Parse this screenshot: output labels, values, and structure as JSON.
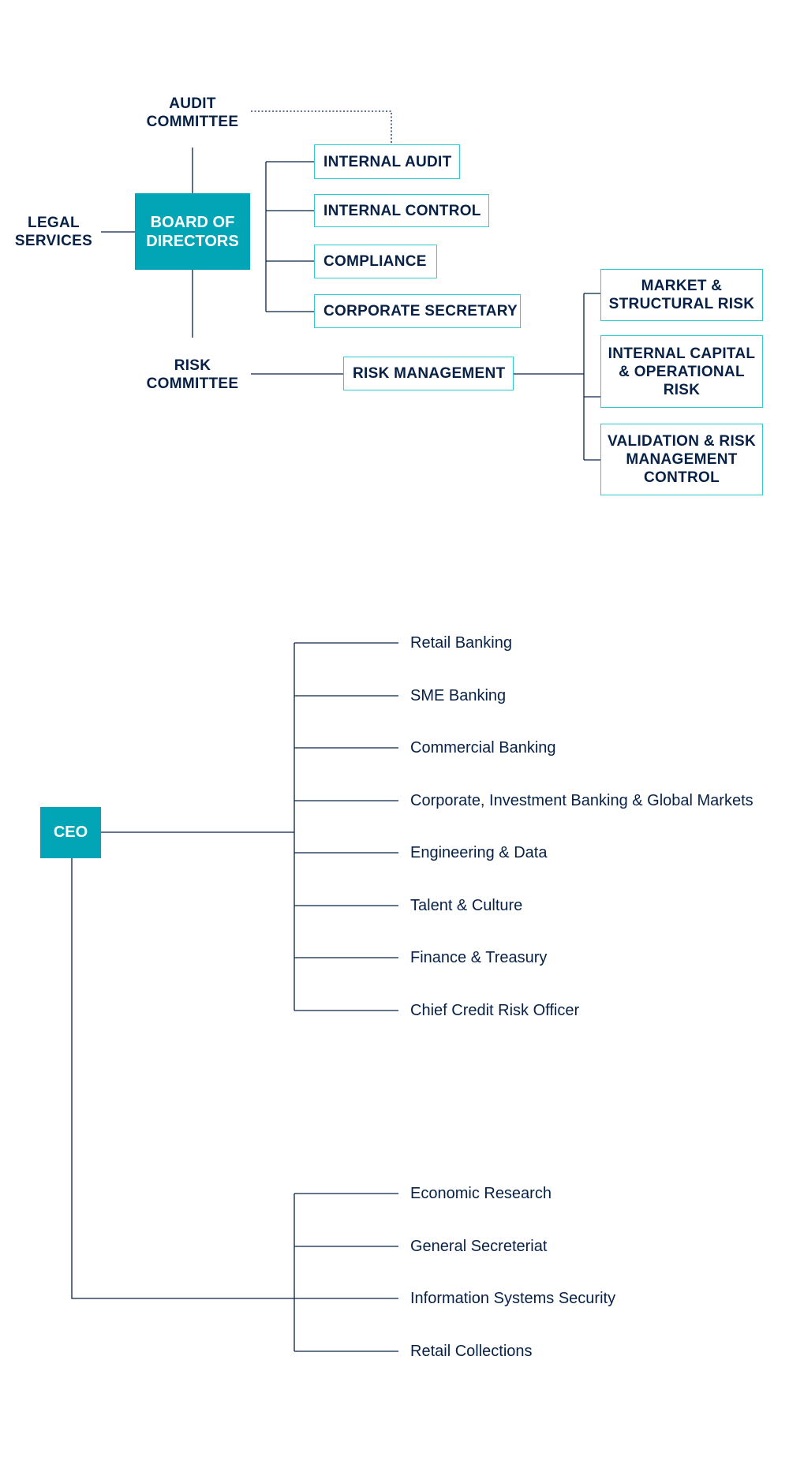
{
  "colors": {
    "navy": "#072146",
    "teal": "#02a5b5",
    "aqua": "#2dccd3"
  },
  "board": {
    "audit_committee": [
      "AUDIT",
      "COMMITTEE"
    ],
    "legal_services": [
      "LEGAL",
      "SERVICES"
    ],
    "board_of_directors": [
      "BOARD OF",
      "DIRECTORS"
    ],
    "risk_committee": [
      "RISK",
      "COMMITTEE"
    ],
    "units": [
      "INTERNAL AUDIT",
      "INTERNAL CONTROL",
      "COMPLIANCE",
      "CORPORATE SECRETARY"
    ],
    "risk_management": "RISK MANAGEMENT",
    "risk_units": [
      [
        "MARKET &",
        "STRUCTURAL RISK"
      ],
      [
        "INTERNAL CAPITAL",
        "& OPERATIONAL",
        "RISK"
      ],
      [
        "VALIDATION & RISK",
        "MANAGEMENT",
        "CONTROL"
      ]
    ]
  },
  "executive": {
    "ceo": "CEO",
    "group_one": [
      "Retail Banking",
      "SME Banking",
      "Commercial Banking",
      "Corporate, Investment Banking & Global Markets",
      "Engineering & Data",
      "Talent & Culture",
      "Finance & Treasury",
      "Chief Credit Risk Officer"
    ],
    "group_two": [
      "Economic Research",
      "General Secreteriat",
      "Information Systems Security",
      "Retail Collections"
    ]
  }
}
